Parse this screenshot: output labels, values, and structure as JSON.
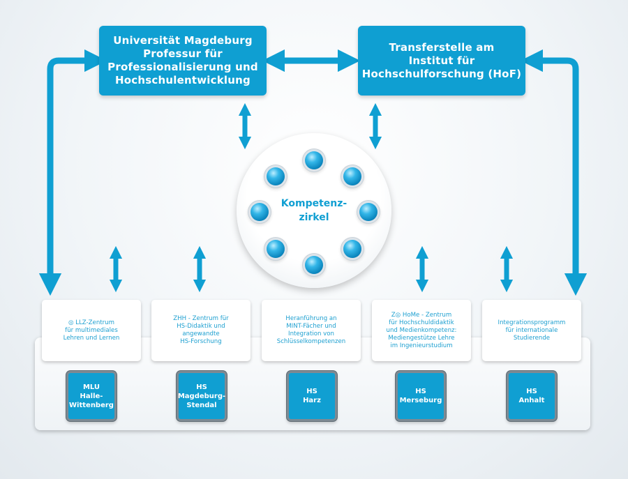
{
  "colors": {
    "accent": "#0f9fd2",
    "platform": "#f4f7f9"
  },
  "top": {
    "left": "Universität Magdeburg\nProfessur für\nProfessionalisierung und\nHochschulentwicklung",
    "right": "Transferstelle am\nInstitut für\nHochschulforschung (HoF)"
  },
  "center": {
    "label": "Kompetenz-\nzirkel"
  },
  "institutions": [
    {
      "text": "◎ LLZ-Zentrum\nfür multimediales\nLehren und Lernen",
      "hs": "MLU\nHalle-\nWittenberg"
    },
    {
      "text": "ZHH - Zentrum für\nHS-Didaktik und\nangewandte\nHS-Forschung",
      "hs": "HS\nMagdeburg-\nStendal"
    },
    {
      "text": "Heranführung an\nMINT-Fächer und\nIntegration von\nSchlüsselkompetenzen",
      "hs": "HS\nHarz"
    },
    {
      "text": "Z◎ HoMe - Zentrum\nfür Hochschuldidaktik\nund Medienkompetenz:\nMediengestütze Lehre\nim Ingenieurstudium",
      "hs": "HS\nMerseburg"
    },
    {
      "text": "Integrationsprogramm\nfür internationale\nStudierende",
      "hs": "HS\nAnhalt"
    }
  ]
}
